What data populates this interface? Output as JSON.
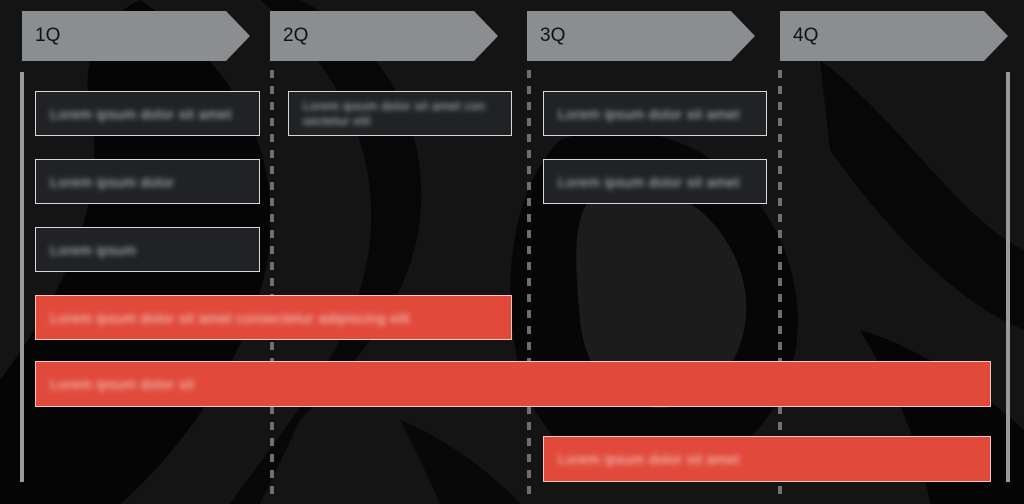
{
  "quarters": [
    {
      "label": "1Q"
    },
    {
      "label": "2Q"
    },
    {
      "label": "3Q"
    },
    {
      "label": "4Q"
    }
  ],
  "tasks": [
    {
      "label": "Lorem ipsum dolor sit amet",
      "highlight": false
    },
    {
      "label": "Lorem ipsum dolor sit amet con sectetur elit",
      "highlight": false
    },
    {
      "label": "Lorem ipsum dolor",
      "highlight": false
    },
    {
      "label": "Lorem ipsum dolor sit amet",
      "highlight": false
    },
    {
      "label": "Lorem ipsum dolor sit amet",
      "highlight": false
    },
    {
      "label": "Lorem ipsum",
      "highlight": false
    },
    {
      "label": "Lorem ipsum dolor sit amet consectetur adipiscing elit",
      "highlight": true
    },
    {
      "label": "Lorem ipsum dolor sit",
      "highlight": true
    },
    {
      "label": "Lorem ipsum dolor sit amet",
      "highlight": true
    }
  ],
  "colors": {
    "background": "#141414",
    "header": "#8a8e91",
    "highlight": "#e14a3b",
    "task": "#202225"
  }
}
